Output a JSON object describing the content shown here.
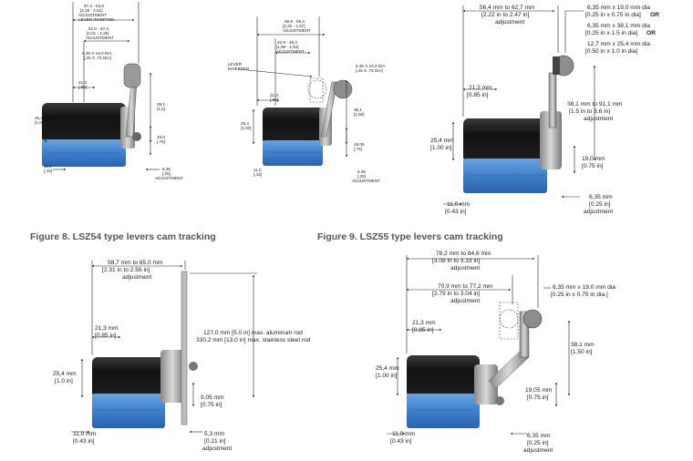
{
  "captions": {
    "fig8": "Figure 8. LSZ54 type levers cam tracking",
    "fig9": "Figure 9. LSZ55 type levers cam tracking"
  },
  "d1": {
    "top_lines": [
      "57,4 - 63,8",
      "[2,26 - 2,51]",
      "ADJUSTMENT",
      "LEVER INVERTED"
    ],
    "mid_lines": [
      "51,0 - 57,4",
      "[2,01 - 2,26]",
      "ADJUSTMENT"
    ],
    "roller_lines": [
      "6,35 X 19,0 DIA",
      "[,25 X ,75 DIA]"
    ],
    "w213": [
      "21,3",
      "[,85]"
    ],
    "h254": [
      "25,4",
      "[1,00]"
    ],
    "h381": [
      "38,1",
      "[1,5]"
    ],
    "h190": [
      "19,0",
      "[,75]"
    ],
    "w110": [
      "11,0",
      "[,43]"
    ],
    "w635": [
      "6,35",
      "[,25]",
      "ADJUSTMENT"
    ]
  },
  "d2": {
    "top_lines": [
      "58,9 - 65,3",
      "[2,32 - 2,57]",
      "ADJUSTMENT"
    ],
    "mid_lines": [
      "42,9 - 49,3",
      "[1,69 - 1,94]",
      "ADJUSTMENT"
    ],
    "lever_lines": [
      "LEVER",
      "INVERTED"
    ],
    "roller_lines": [
      "6,35 X 19,0 DIA",
      "[,25 X ,75 DIA]"
    ],
    "w213": [
      "21,3",
      "[,85]"
    ],
    "h254": [
      "25,4",
      "[1,00]"
    ],
    "h381": [
      "38,1",
      "[1,50]"
    ],
    "h1905": [
      "19,05",
      "[,75]"
    ],
    "w110": [
      "11,0",
      "[,43]"
    ],
    "w635": [
      "6,35",
      "[,25]",
      "ADJUSTMENT"
    ]
  },
  "d3": {
    "top_lines": [
      "56,4 mm to 62,7 mm",
      "[2.22 in to 2.47 in]",
      "adjustment"
    ],
    "rollerA_lines": [
      "6,35 mm x 19,0 mm dia",
      "[0.25 in x 0.75 in dia]"
    ],
    "rollerB_lines": [
      "6,35 mm x 38,1 mm dia",
      "[0.25 in x 1.5 in dia]"
    ],
    "rollerC_lines": [
      "12,7 mm x 25,4 mm dia",
      "[0.50 in x 1.0 in dia]"
    ],
    "or_label": "OR",
    "w213": [
      "21,3 mm",
      "[0.85 in]"
    ],
    "h381": [
      "38,1 mm to 91,1 mm",
      "[1.5 in to 3.6 in]",
      "adjustment"
    ],
    "h254": [
      "25,4 mm",
      "[1.00 in]"
    ],
    "h190": [
      "19,0 mm",
      "[0.75 in]"
    ],
    "w110": [
      "11,0 mm",
      "[0.43 in]"
    ],
    "w635": [
      "6,35 mm",
      "[0.25 in]",
      "adjustment"
    ]
  },
  "d4": {
    "top_lines": [
      "58,7 mm to 65,0 mm",
      "[2.31 in to 2.56 in]",
      "adjustment"
    ],
    "w213": [
      "21,3 mm",
      "[0.85 in]"
    ],
    "rod_lines": [
      "127,0 mm [5.0 in] max. aluminum rod",
      "330,2 mm [13.0 in] max. stainless steel rod"
    ],
    "h254": [
      "25,4 mm",
      "[1.0 in]"
    ],
    "h905": [
      "9,05 mm",
      "[0.75 in]"
    ],
    "w110": [
      "11,0 mm",
      "[0.43 in]"
    ],
    "w53": [
      "5,3 mm",
      "[0.21 in]",
      "adjustment"
    ]
  },
  "d5": {
    "top_lines": [
      "78,2 mm to 84,6 mm",
      "[3.08 in to 3.33 in]",
      "adjustment"
    ],
    "mid_lines": [
      "70,9 mm to 77,2 mm",
      "[2.79 in to 3.04 in]",
      "adjustment"
    ],
    "roller_lines": [
      "6,35 mm x 19,0 mm dia",
      "[0.25 in x 0.75 in dia.]"
    ],
    "w213": [
      "21,3 mm",
      "[0.85 in]"
    ],
    "h381": [
      "38,1 mm",
      "[1.50 in]"
    ],
    "h254": [
      "25,4 mm",
      "[1.00 in]"
    ],
    "h1905": [
      "19,05 mm",
      "[0.75 in]"
    ],
    "w110": [
      "11,0 mm",
      "[0.43 in]"
    ],
    "w635": [
      "6,35 mm",
      "[0.25 in]",
      "adjustment"
    ]
  }
}
